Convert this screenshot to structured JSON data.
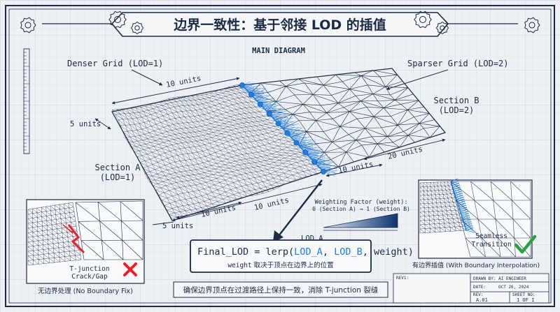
{
  "title": "边界一致性：基于邻接 LOD 的插值",
  "main_label": "MAIN DIAGRAM",
  "denser_grid": "Denser Grid (LOD=1)",
  "sparser_grid": "Sparser Grid (LOD=2)",
  "section_a": [
    "Section A",
    "(LOD=1)"
  ],
  "section_b": [
    "Section B",
    "(LOD=2)"
  ],
  "dims": {
    "top_10": "10 units",
    "left_5": "5 units",
    "bottom_5": "5 units",
    "bottom_10_inner": "10 units",
    "bottom_10_outer": "10 units",
    "right_10": "10 units",
    "right_20": "20 units"
  },
  "weighting": {
    "label": "Weighting Factor (weight):",
    "range": "0 (Section A) → 1 (Section B)"
  },
  "lod_a": "LOD_A",
  "formula": {
    "prefix": "Final_LOD = lerp(",
    "arg1": "LOD_A",
    "sep1": ", ",
    "arg2": "LOD_B",
    "suffix": ", weight)",
    "note_word": "weight",
    "note_rest": " 取决于顶点在边界上的位置"
  },
  "bottom_note": "确保边界顶点在过渡路径上保持一致，消除 T-junction 裂缝",
  "left_inset": {
    "caption": "无边界处理 (No Boundary Fix)",
    "crack_label": [
      "T-junction",
      "Crack/Gap"
    ]
  },
  "right_inset": {
    "caption": "有边界插值 (With Boundary Interpolation)",
    "seamless_label": [
      "Seamless",
      "Transition"
    ]
  },
  "title_block": {
    "rev_label": "REV1:",
    "drawn_by": "DRAWN BY: AI ENGINEER",
    "date_label": "DATE:",
    "date_value": "OCT 26, 2024",
    "rev2_label": "REV:",
    "rev2_value": "A.01",
    "sheet_label": "SHEET NO:",
    "sheet_value": "1 OF 1"
  },
  "colors": {
    "ink": "#1c2a44",
    "accent": "#1f7de0",
    "crack": "#e8202a",
    "check": "#2ea043",
    "paper": "#eef1f4"
  }
}
